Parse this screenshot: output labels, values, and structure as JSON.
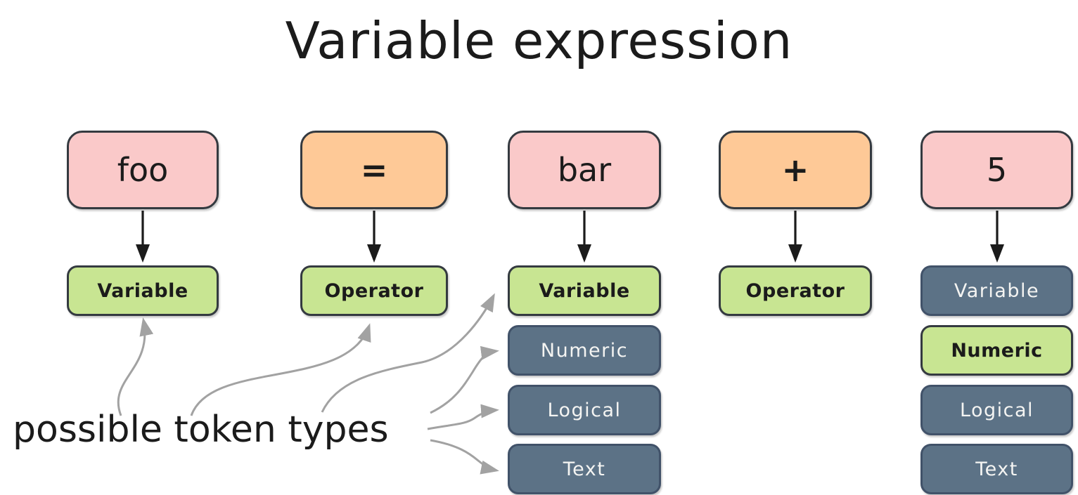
{
  "title": "Variable expression",
  "annotation_label": "possible token types",
  "colors": {
    "pink": "#fac9c9",
    "orange": "#fec997",
    "green": "#c8e592",
    "slate": "#5c7286",
    "border_dark": "#343a40",
    "border_slate": "#415269",
    "arrow_gray": "#a2a2a2",
    "text_light": "#f4f4f2",
    "ink": "#1b1b1b"
  },
  "columns": [
    {
      "token": "foo",
      "token_variant": "pink",
      "types": [
        {
          "label": "Variable",
          "variant": "green"
        }
      ]
    },
    {
      "token": "=",
      "token_variant": "orange",
      "types": [
        {
          "label": "Operator",
          "variant": "green"
        }
      ]
    },
    {
      "token": "bar",
      "token_variant": "pink",
      "types": [
        {
          "label": "Variable",
          "variant": "green"
        },
        {
          "label": "Numeric",
          "variant": "slate"
        },
        {
          "label": "Logical",
          "variant": "slate"
        },
        {
          "label": "Text",
          "variant": "slate"
        }
      ]
    },
    {
      "token": "+",
      "token_variant": "orange",
      "types": [
        {
          "label": "Operator",
          "variant": "green"
        }
      ]
    },
    {
      "token": "5",
      "token_variant": "pink",
      "types": [
        {
          "label": "Variable",
          "variant": "slate"
        },
        {
          "label": "Numeric",
          "variant": "green"
        },
        {
          "label": "Logical",
          "variant": "slate"
        },
        {
          "label": "Text",
          "variant": "slate"
        }
      ]
    }
  ]
}
